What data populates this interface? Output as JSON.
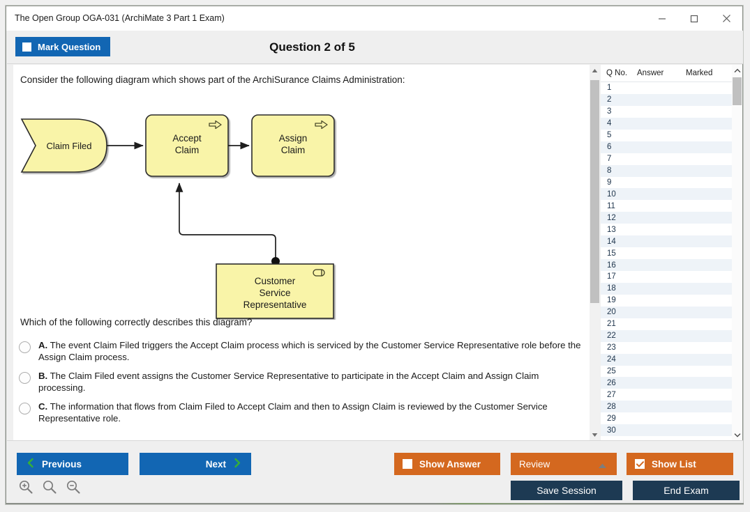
{
  "window": {
    "title": "The Open Group OGA-031 (ArchiMate 3 Part 1 Exam)",
    "minimize_label": "minimize-icon",
    "maximize_label": "maximize-icon",
    "close_label": "close-icon"
  },
  "header": {
    "mark_question_label": "Mark Question",
    "question_title": "Question 2 of 5"
  },
  "content": {
    "prompt": "Consider the following diagram which shows part of the ArchiSurance Claims Administration:",
    "question": "Which of the following correctly describes this diagram?"
  },
  "diagram": {
    "type": "archimate",
    "fill_color": "#f9f4a8",
    "stroke_color": "#2b2b2b",
    "nodes": [
      {
        "id": "claim-filed",
        "label": "Claim Filed",
        "shape": "event"
      },
      {
        "id": "accept-claim",
        "label": "Accept Claim",
        "shape": "process",
        "icon": "process-arrow-icon"
      },
      {
        "id": "assign-claim",
        "label": "Assign Claim",
        "shape": "process",
        "icon": "process-arrow-icon"
      },
      {
        "id": "customer-service-representative",
        "label": "Customer Service Representative",
        "shape": "business-role",
        "icon": "role-icon"
      }
    ],
    "edges": [
      {
        "from": "claim-filed",
        "to": "accept-claim",
        "type": "triggering"
      },
      {
        "from": "accept-claim",
        "to": "assign-claim",
        "type": "triggering"
      },
      {
        "from": "customer-service-representative",
        "to": "accept-claim",
        "type": "assignment"
      }
    ]
  },
  "options": [
    {
      "letter": "A.",
      "text": "The event Claim Filed triggers the Accept Claim process which is serviced by the Customer Service Representative role before the Assign Claim process.",
      "selected": false
    },
    {
      "letter": "B.",
      "text": "The Claim Filed event assigns the Customer Service Representative to participate in the Accept Claim and Assign Claim processing.",
      "selected": false
    },
    {
      "letter": "C.",
      "text": "The information that flows from Claim Filed to Accept Claim and then to Assign Claim is reviewed by the Customer Service Representative role.",
      "selected": false
    }
  ],
  "question_list": {
    "columns": [
      "Q No.",
      "Answer",
      "Marked"
    ],
    "rows": [
      {
        "no": "1",
        "answer": "",
        "marked": ""
      },
      {
        "no": "2",
        "answer": "",
        "marked": ""
      },
      {
        "no": "3",
        "answer": "",
        "marked": ""
      },
      {
        "no": "4",
        "answer": "",
        "marked": ""
      },
      {
        "no": "5",
        "answer": "",
        "marked": ""
      },
      {
        "no": "6",
        "answer": "",
        "marked": ""
      },
      {
        "no": "7",
        "answer": "",
        "marked": ""
      },
      {
        "no": "8",
        "answer": "",
        "marked": ""
      },
      {
        "no": "9",
        "answer": "",
        "marked": ""
      },
      {
        "no": "10",
        "answer": "",
        "marked": ""
      },
      {
        "no": "11",
        "answer": "",
        "marked": ""
      },
      {
        "no": "12",
        "answer": "",
        "marked": ""
      },
      {
        "no": "13",
        "answer": "",
        "marked": ""
      },
      {
        "no": "14",
        "answer": "",
        "marked": ""
      },
      {
        "no": "15",
        "answer": "",
        "marked": ""
      },
      {
        "no": "16",
        "answer": "",
        "marked": ""
      },
      {
        "no": "17",
        "answer": "",
        "marked": ""
      },
      {
        "no": "18",
        "answer": "",
        "marked": ""
      },
      {
        "no": "19",
        "answer": "",
        "marked": ""
      },
      {
        "no": "20",
        "answer": "",
        "marked": ""
      },
      {
        "no": "21",
        "answer": "",
        "marked": ""
      },
      {
        "no": "22",
        "answer": "",
        "marked": ""
      },
      {
        "no": "23",
        "answer": "",
        "marked": ""
      },
      {
        "no": "24",
        "answer": "",
        "marked": ""
      },
      {
        "no": "25",
        "answer": "",
        "marked": ""
      },
      {
        "no": "26",
        "answer": "",
        "marked": ""
      },
      {
        "no": "27",
        "answer": "",
        "marked": ""
      },
      {
        "no": "28",
        "answer": "",
        "marked": ""
      },
      {
        "no": "29",
        "answer": "",
        "marked": ""
      },
      {
        "no": "30",
        "answer": "",
        "marked": ""
      }
    ]
  },
  "footer": {
    "previous_label": "Previous",
    "next_label": "Next",
    "show_answer_label": "Show Answer",
    "show_answer_checked": false,
    "review_label": "Review",
    "show_list_label": "Show List",
    "show_list_checked": true,
    "save_session_label": "Save Session",
    "end_exam_label": "End Exam",
    "zoom_in_label": "zoom-in-icon",
    "zoom_reset_label": "zoom-reset-icon",
    "zoom_out_label": "zoom-out-icon"
  },
  "colors": {
    "primary_blue": "#1266b3",
    "orange": "#d4681f",
    "navy": "#1d3a53",
    "green_chevron": "#36b035",
    "diagram_yellow": "#f9f4a8"
  }
}
